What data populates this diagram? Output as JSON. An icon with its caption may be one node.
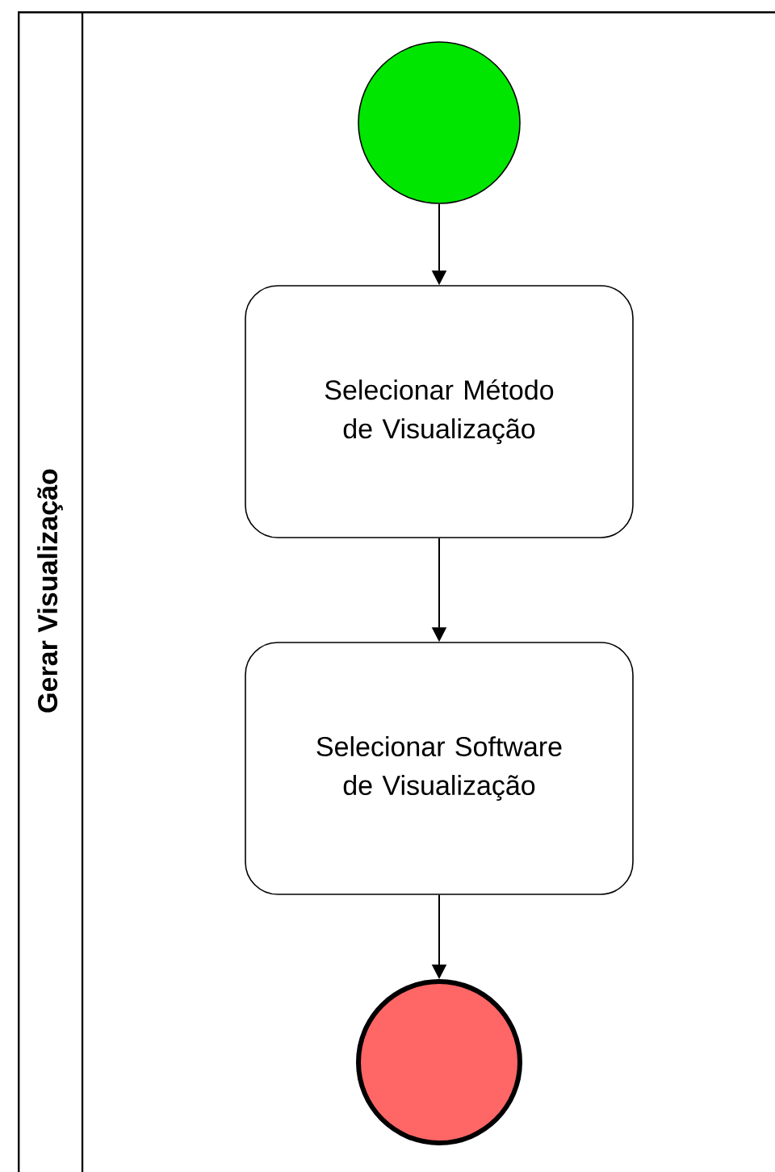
{
  "diagram": {
    "nodes": [
      {
        "text": [
          "Gerar Visualização"
        ]
      },
      {
        "text": [],
        "shape": "circle",
        "in": 0
      },
      {
        "text": [
          "Selecionar Método de Visualização"
        ],
        "in": 0
      },
      {
        "text": [
          "Selecionar Software de Visualização"
        ],
        "in": 0
      },
      {
        "text": [],
        "shape": "circle",
        "in": 0
      }
    ],
    "edges": [
      {
        "from": 1,
        "to": 2,
        "arrow": "to"
      },
      {
        "from": 2,
        "to": 3,
        "arrow": "to"
      },
      {
        "from": 3,
        "to": 4,
        "arrow": "to"
      }
    ]
  }
}
